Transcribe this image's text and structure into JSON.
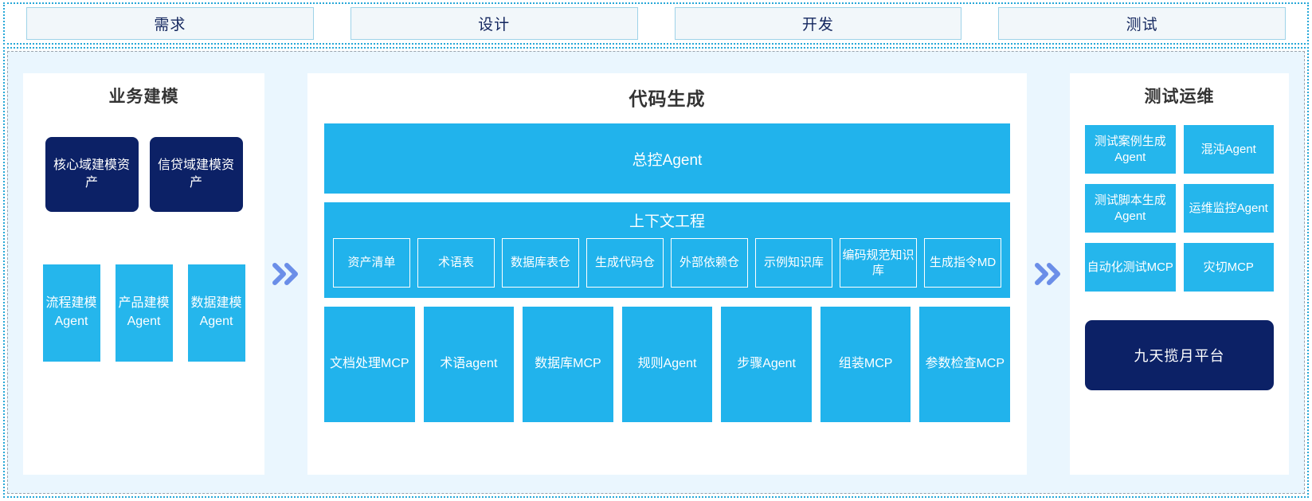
{
  "stages": {
    "tabs": [
      {
        "label": "需求"
      },
      {
        "label": "设计"
      },
      {
        "label": "开发"
      },
      {
        "label": "测试"
      }
    ]
  },
  "colors": {
    "accent_blue": "#21b3ec",
    "card_blue": "#25b6ec",
    "navy": "#0c2166",
    "panel_bg": "#eaf6fe",
    "panel_white": "#ffffff",
    "border_cyan": "#27a8d8",
    "chevron": "#6b8ee8",
    "tab_fill": "#f2f7fa",
    "tab_border": "#9fd3e8",
    "tab_text": "#13265e",
    "title_text": "#333333"
  },
  "left_panel": {
    "title": "业务建模",
    "assets": [
      {
        "label": "核心域建模资产"
      },
      {
        "label": "信贷域建模资产"
      }
    ],
    "agents": [
      {
        "label": "流程建模Agent"
      },
      {
        "label": "产品建模Agent"
      },
      {
        "label": "数据建模Agent"
      }
    ]
  },
  "center_panel": {
    "title": "代码生成",
    "master_agent": "总控Agent",
    "context": {
      "title": "上下文工程",
      "chips": [
        {
          "label": "资产清单"
        },
        {
          "label": "术语表"
        },
        {
          "label": "数据库表仓"
        },
        {
          "label": "生成代码仓"
        },
        {
          "label": "外部依赖仓"
        },
        {
          "label": "示例知识库"
        },
        {
          "label": "编码规范知识库"
        },
        {
          "label": "生成指令MD"
        }
      ]
    },
    "tools": [
      {
        "label": "文档处理MCP"
      },
      {
        "label": "术语agent"
      },
      {
        "label": "数据库MCP"
      },
      {
        "label": "规则Agent"
      },
      {
        "label": "步骤Agent"
      },
      {
        "label": "组装MCP"
      },
      {
        "label": "参数检查MCP"
      }
    ]
  },
  "right_panel": {
    "title": "测试运维",
    "cards": [
      {
        "label": "测试案例生成Agent"
      },
      {
        "label": "混沌Agent"
      },
      {
        "label": "测试脚本生成Agent"
      },
      {
        "label": "运维监控Agent"
      },
      {
        "label": "自动化测试MCP"
      },
      {
        "label": "灾切MCP"
      }
    ],
    "platform": "九天揽月平台"
  },
  "separators": {
    "icon": "double-chevron-right-icon",
    "count": 2
  }
}
